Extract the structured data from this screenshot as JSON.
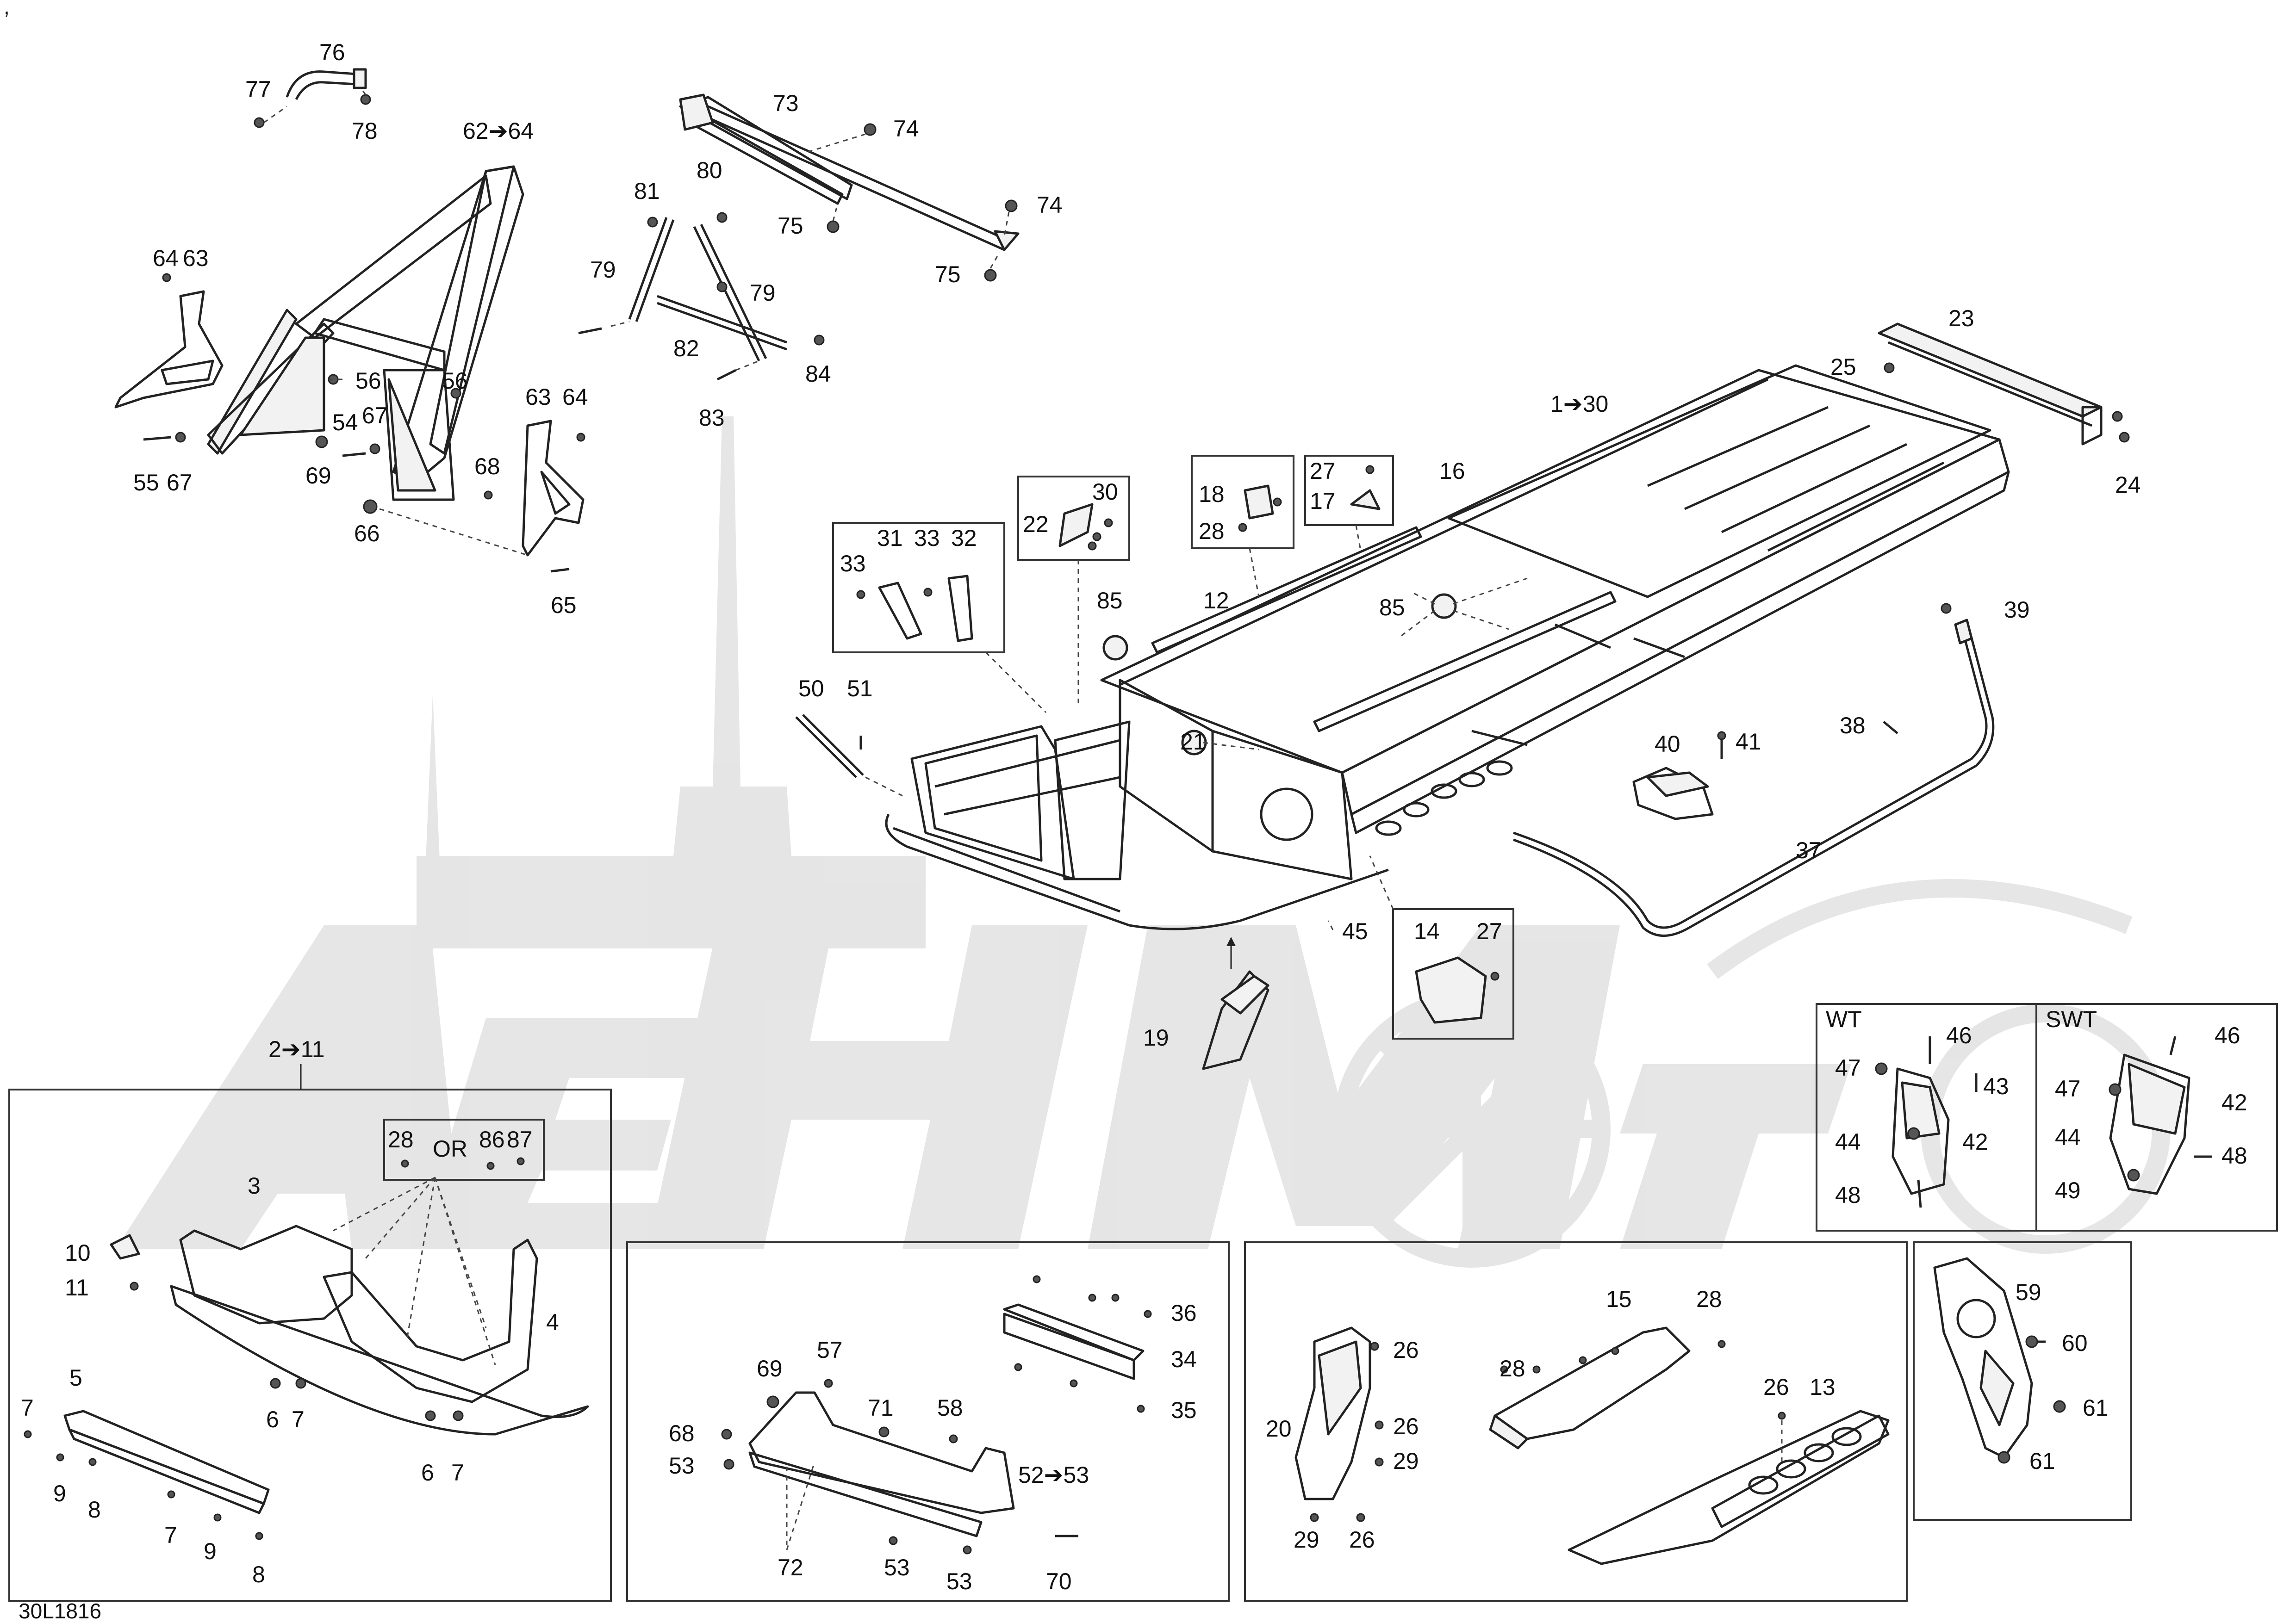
{
  "figure_code": "30L1816",
  "corner_mark": ",",
  "watermark_text": "AchMoto",
  "or_label": "OR",
  "labels": {
    "p1_30": "1➔30",
    "p2_11": "2➔11",
    "p3": "3",
    "p4": "4",
    "p5": "5",
    "p6a": "6",
    "p6b": "6",
    "p7a": "7",
    "p7b": "7",
    "p7c": "7",
    "p7d": "7",
    "p8a": "8",
    "p8b": "8",
    "p9a": "9",
    "p9b": "9",
    "p10": "10",
    "p11": "11",
    "p12": "12",
    "p13": "13",
    "p14": "14",
    "p15": "15",
    "p16": "16",
    "p17": "17",
    "p18": "18",
    "p19": "19",
    "p20": "20",
    "p21": "21",
    "p22": "22",
    "p23": "23",
    "p24": "24",
    "p25": "25",
    "p26a": "26",
    "p26b": "26",
    "p26c": "26",
    "p26d": "26",
    "p27a": "27",
    "p27b": "27",
    "p28a": "28",
    "p28b": "28",
    "p28c": "28",
    "p28d": "28",
    "p29a": "29",
    "p29b": "29",
    "p30": "30",
    "p31": "31",
    "p32": "32",
    "p33a": "33",
    "p33b": "33",
    "p34": "34",
    "p35": "35",
    "p36": "36",
    "p37": "37",
    "p38": "38",
    "p39": "39",
    "p40": "40",
    "p41": "41",
    "p42a": "42",
    "p42b": "42",
    "p43": "43",
    "p44a": "44",
    "p44b": "44",
    "p45": "45",
    "p46a": "46",
    "p46b": "46",
    "p47a": "47",
    "p47b": "47",
    "p48a": "48",
    "p48b": "48",
    "p49": "49",
    "p50": "50",
    "p51": "51",
    "p52_53": "52➔53",
    "p53a": "53",
    "p53b": "53",
    "p53c": "53",
    "p54": "54",
    "p55": "55",
    "p56a": "56",
    "p56b": "56",
    "p57": "57",
    "p58": "58",
    "p59": "59",
    "p60": "60",
    "p61a": "61",
    "p61b": "61",
    "p62_64": "62➔64",
    "p63a": "63",
    "p63b": "63",
    "p64a": "64",
    "p64b": "64",
    "p65": "65",
    "p66": "66",
    "p67a": "67",
    "p67b": "67",
    "p68a": "68",
    "p68b": "68",
    "p69a": "69",
    "p69b": "69",
    "p70": "70",
    "p71": "71",
    "p72": "72",
    "p73": "73",
    "p74a": "74",
    "p74b": "74",
    "p75a": "75",
    "p75b": "75",
    "p76": "76",
    "p77": "77",
    "p78": "78",
    "p79a": "79",
    "p79b": "79",
    "p80": "80",
    "p81": "81",
    "p82": "82",
    "p83": "83",
    "p84": "84",
    "p85a": "85",
    "p85b": "85",
    "p86": "86",
    "p87": "87"
  },
  "variants": {
    "wt": "WT",
    "swt": "SWT"
  }
}
